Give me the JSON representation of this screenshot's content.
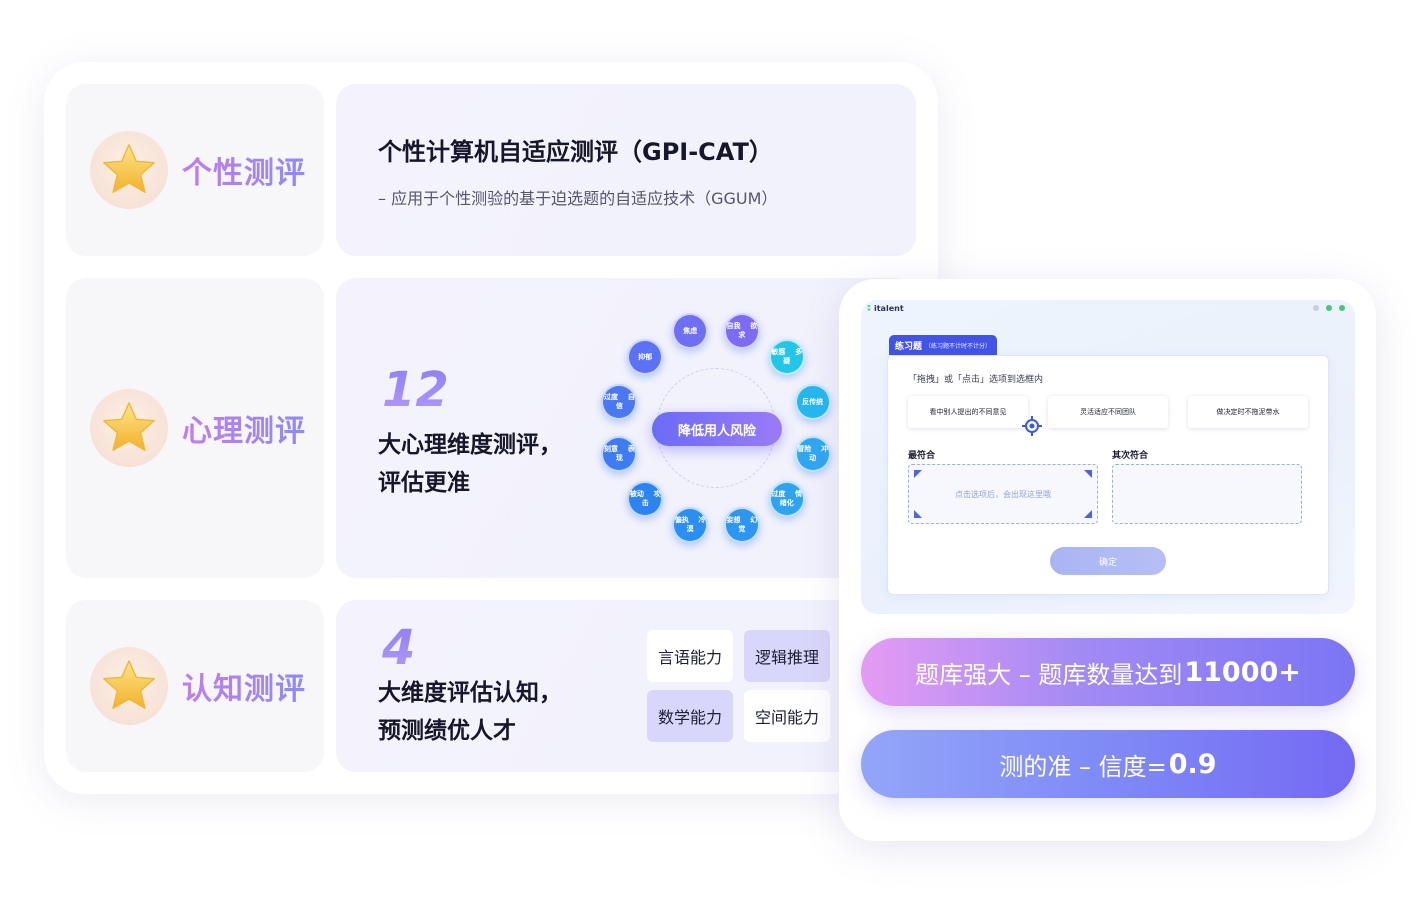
{
  "rows": [
    {
      "label": "个性测评"
    },
    {
      "label": "心理测评"
    },
    {
      "label": "认知测评"
    }
  ],
  "gpi": {
    "title": "个性计算机自适应测评（GPI-CAT）",
    "subtitle": "– 应用于个性测验的基于迫选题的自适应技术（GGUM）"
  },
  "psych": {
    "number": "12",
    "line1": "大心理维度测评，",
    "line2": "评估更准",
    "center_label": "降低用人风险",
    "dimensions": [
      {
        "label": "焦虑",
        "color": "#6f6ff4"
      },
      {
        "label": "自我    欲求",
        "color": "#7b6cf3"
      },
      {
        "label": "敏感    多疑",
        "color": "#24c6e8"
      },
      {
        "label": "反传统",
        "color": "#25b8ee"
      },
      {
        "label": "冒险    冲动",
        "color": "#2fa7f3"
      },
      {
        "label": "过度    情绪化",
        "color": "#2ea4f0"
      },
      {
        "label": "妄想    幻觉",
        "color": "#2c96f1"
      },
      {
        "label": "偏执    冷漠",
        "color": "#2b8ef3"
      },
      {
        "label": "被动    攻击",
        "color": "#2c84f2"
      },
      {
        "label": "刻意    表现",
        "color": "#3d7cf2"
      },
      {
        "label": "过度    自信",
        "color": "#4a78f2"
      },
      {
        "label": "抑郁",
        "color": "#5a72f3"
      }
    ]
  },
  "cognitive": {
    "number": "4",
    "line1": "大维度评估认知，",
    "line2": "预测绩优人才",
    "abilities": [
      "言语能力",
      "逻辑推理",
      "数学能力",
      "空间能力"
    ]
  },
  "app": {
    "logo": "italent",
    "tab_title": "练习题",
    "tab_note": "（练习题不计时不计分）",
    "instruction": "「拖拽」或「点击」选项到选框内",
    "options": [
      "看中别人提出的不同意见",
      "灵活适应不同团队",
      "做决定时不拖泥带水"
    ],
    "zone_best": "最符合",
    "zone_second": "其次符合",
    "drop_hint": "点击选项后，会出现这里哦",
    "confirm": "确定"
  },
  "highlights": {
    "bank_text": "题库强大 – 题库数量达到",
    "bank_value": "11000+",
    "accuracy_text": "测的准 – 信度=",
    "accuracy_value": "0.9"
  },
  "colors": {
    "accent_purple": "#8c8cf4",
    "accent_pink": "#c17cf2",
    "star": "#f7c843"
  }
}
